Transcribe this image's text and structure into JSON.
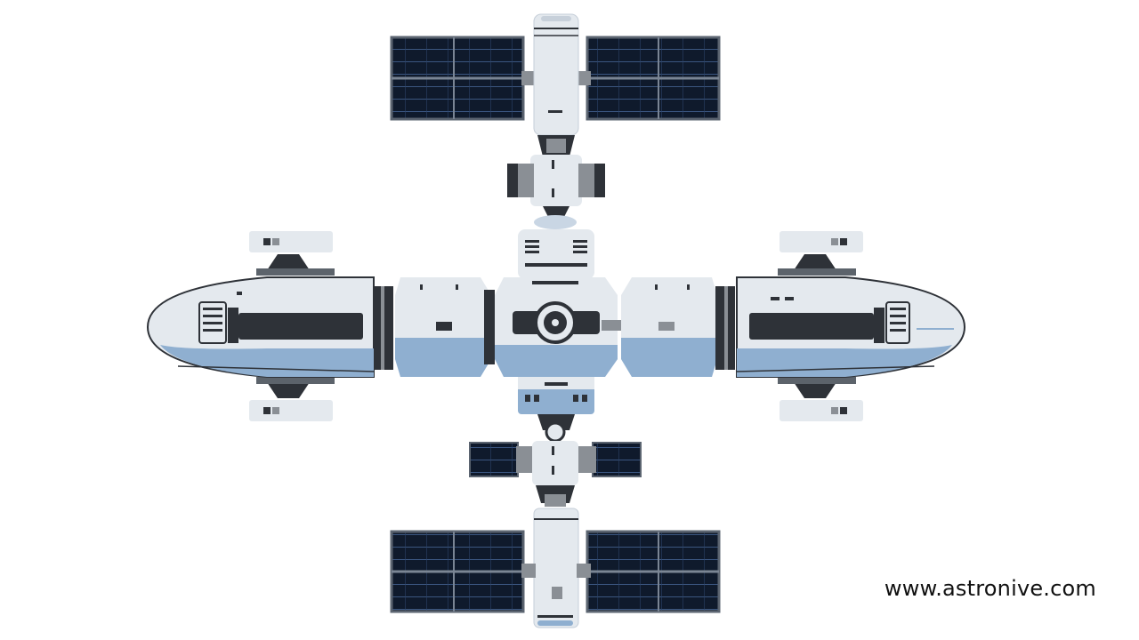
{
  "watermark": {
    "text": "www.astronive.com"
  },
  "illustration": {
    "subject": "space-station",
    "view": "top-down"
  },
  "colors": {
    "background": "#ffffff",
    "hull_light": "#e4e9ee",
    "hull_blue": "#8fafd0",
    "panel_dark": "#0f1a2c",
    "dark_gray": "#2e3238",
    "mid_gray": "#8a8f95"
  }
}
